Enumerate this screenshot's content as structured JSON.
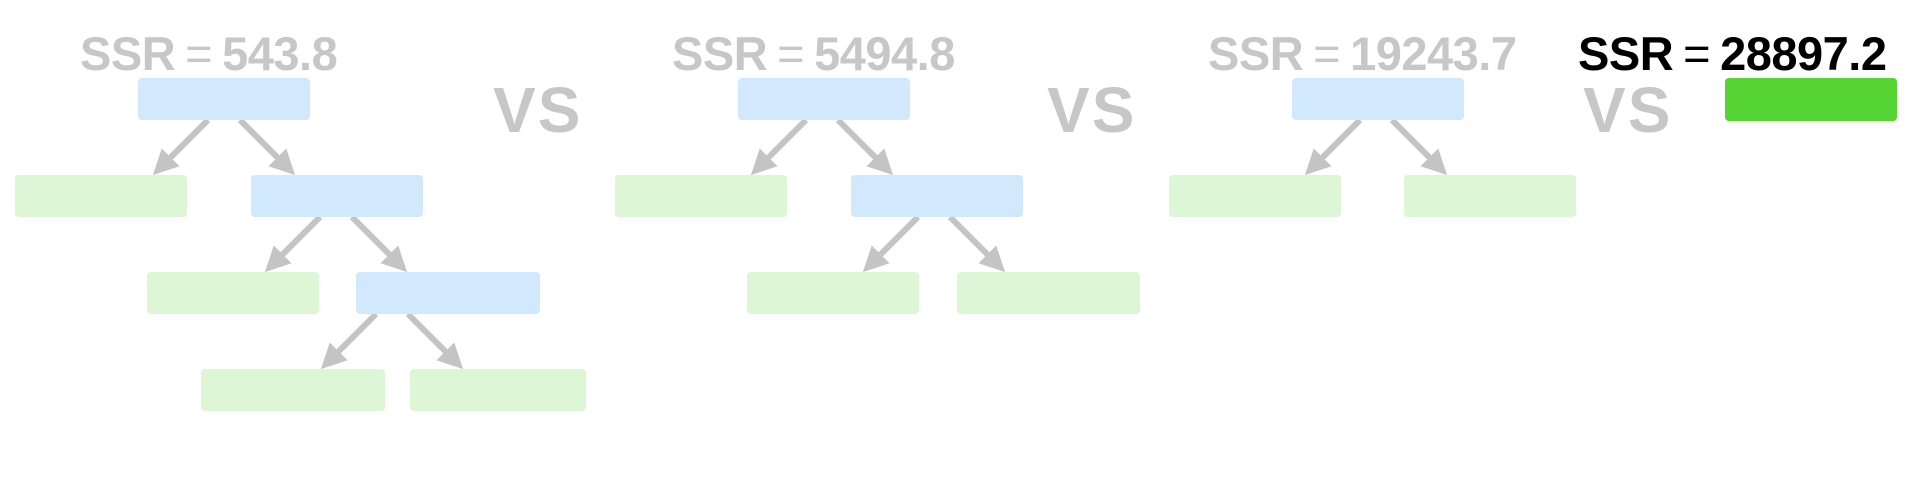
{
  "trees": [
    {
      "ssr_label": "SSR",
      "ssr_eq": "=",
      "ssr_value": "543.8",
      "state": "faded",
      "internal_nodes": 3,
      "leaves": 4
    },
    {
      "ssr_label": "SSR",
      "ssr_eq": "=",
      "ssr_value": "5494.8",
      "state": "faded",
      "internal_nodes": 2,
      "leaves": 3
    },
    {
      "ssr_label": "SSR",
      "ssr_eq": "=",
      "ssr_value": "19243.7",
      "state": "faded",
      "internal_nodes": 1,
      "leaves": 2
    },
    {
      "ssr_label": "SSR",
      "ssr_eq": "=",
      "ssr_value": "28897.2",
      "state": "highlighted",
      "internal_nodes": 0,
      "leaves": 1
    }
  ],
  "separator_label": "VS",
  "colors": {
    "faded_text": "#c7c7c7",
    "active_text": "#000000",
    "internal_node": "#d2e8fc",
    "leaf_node": "#ddf6d6",
    "highlight_leaf": "#56d434",
    "arrow": "#c4c4c4"
  }
}
